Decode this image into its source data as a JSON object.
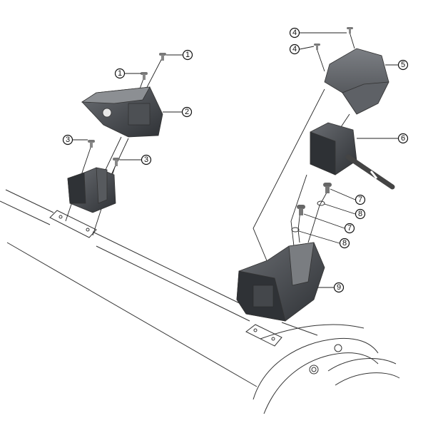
{
  "diagram": {
    "type": "exploded-parts-view",
    "callouts": {
      "c1a": "1",
      "c1b": "1",
      "c2": "2",
      "c3a": "3",
      "c3b": "3",
      "c4a": "4",
      "c4b": "4",
      "c5": "5",
      "c6": "6",
      "c7a": "7",
      "c8a": "8",
      "c7b": "7",
      "c8b": "8",
      "c9": "9"
    },
    "colors": {
      "part_dark": "#3f4246",
      "part_mid": "#5b5e63",
      "part_light": "#8a8d91",
      "line": "#222222"
    }
  }
}
